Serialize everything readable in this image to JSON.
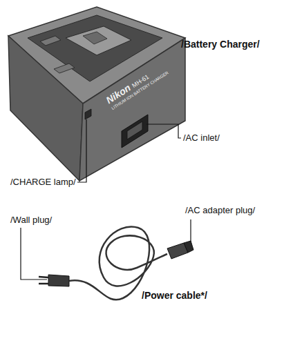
{
  "diagram": {
    "labels": [
      "/Battery Charger/",
      "Nikon",
      "MH-61",
      "LITHIUM ION BATTERY CHARGER",
      "/AC inlet/",
      "/CHARGE lamp/",
      "/Wall plug/",
      "/AC adapter plug/",
      "/Power cable*/"
    ]
  }
}
